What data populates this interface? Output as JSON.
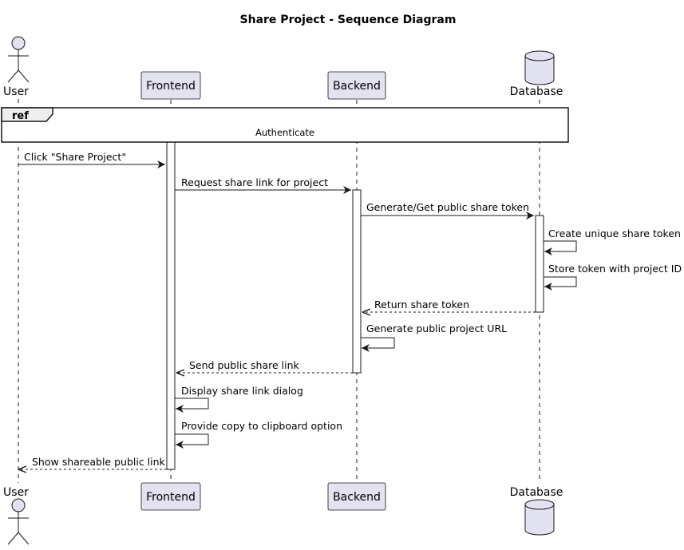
{
  "title": "Share Project - Sequence Diagram",
  "colors": {
    "participant_fill": "#e2e2f0",
    "participant_stroke": "#181818",
    "lifeline": "#181818",
    "arrow": "#181818"
  },
  "participants": {
    "user": "User",
    "frontend": "Frontend",
    "backend": "Backend",
    "database": "Database"
  },
  "ref": {
    "tag": "ref",
    "label": "Authenticate"
  },
  "messages": [
    {
      "label": "Click \"Share Project\"",
      "from": "user",
      "to": "frontend",
      "kind": "sync"
    },
    {
      "label": "Request share link for project",
      "from": "frontend",
      "to": "backend",
      "kind": "sync"
    },
    {
      "label": "Generate/Get public share token",
      "from": "backend",
      "to": "database",
      "kind": "sync"
    },
    {
      "label": "Create unique share token",
      "from": "database",
      "to": "database",
      "kind": "self"
    },
    {
      "label": "Store token with project ID",
      "from": "database",
      "to": "database",
      "kind": "self"
    },
    {
      "label": "Return share token",
      "from": "database",
      "to": "backend",
      "kind": "return"
    },
    {
      "label": "Generate public project URL",
      "from": "backend",
      "to": "backend",
      "kind": "self"
    },
    {
      "label": "Send public share link",
      "from": "backend",
      "to": "frontend",
      "kind": "return"
    },
    {
      "label": "Display share link dialog",
      "from": "frontend",
      "to": "frontend",
      "kind": "self"
    },
    {
      "label": "Provide copy to clipboard option",
      "from": "frontend",
      "to": "frontend",
      "kind": "self"
    },
    {
      "label": "Show shareable public link",
      "from": "frontend",
      "to": "user",
      "kind": "return"
    }
  ]
}
